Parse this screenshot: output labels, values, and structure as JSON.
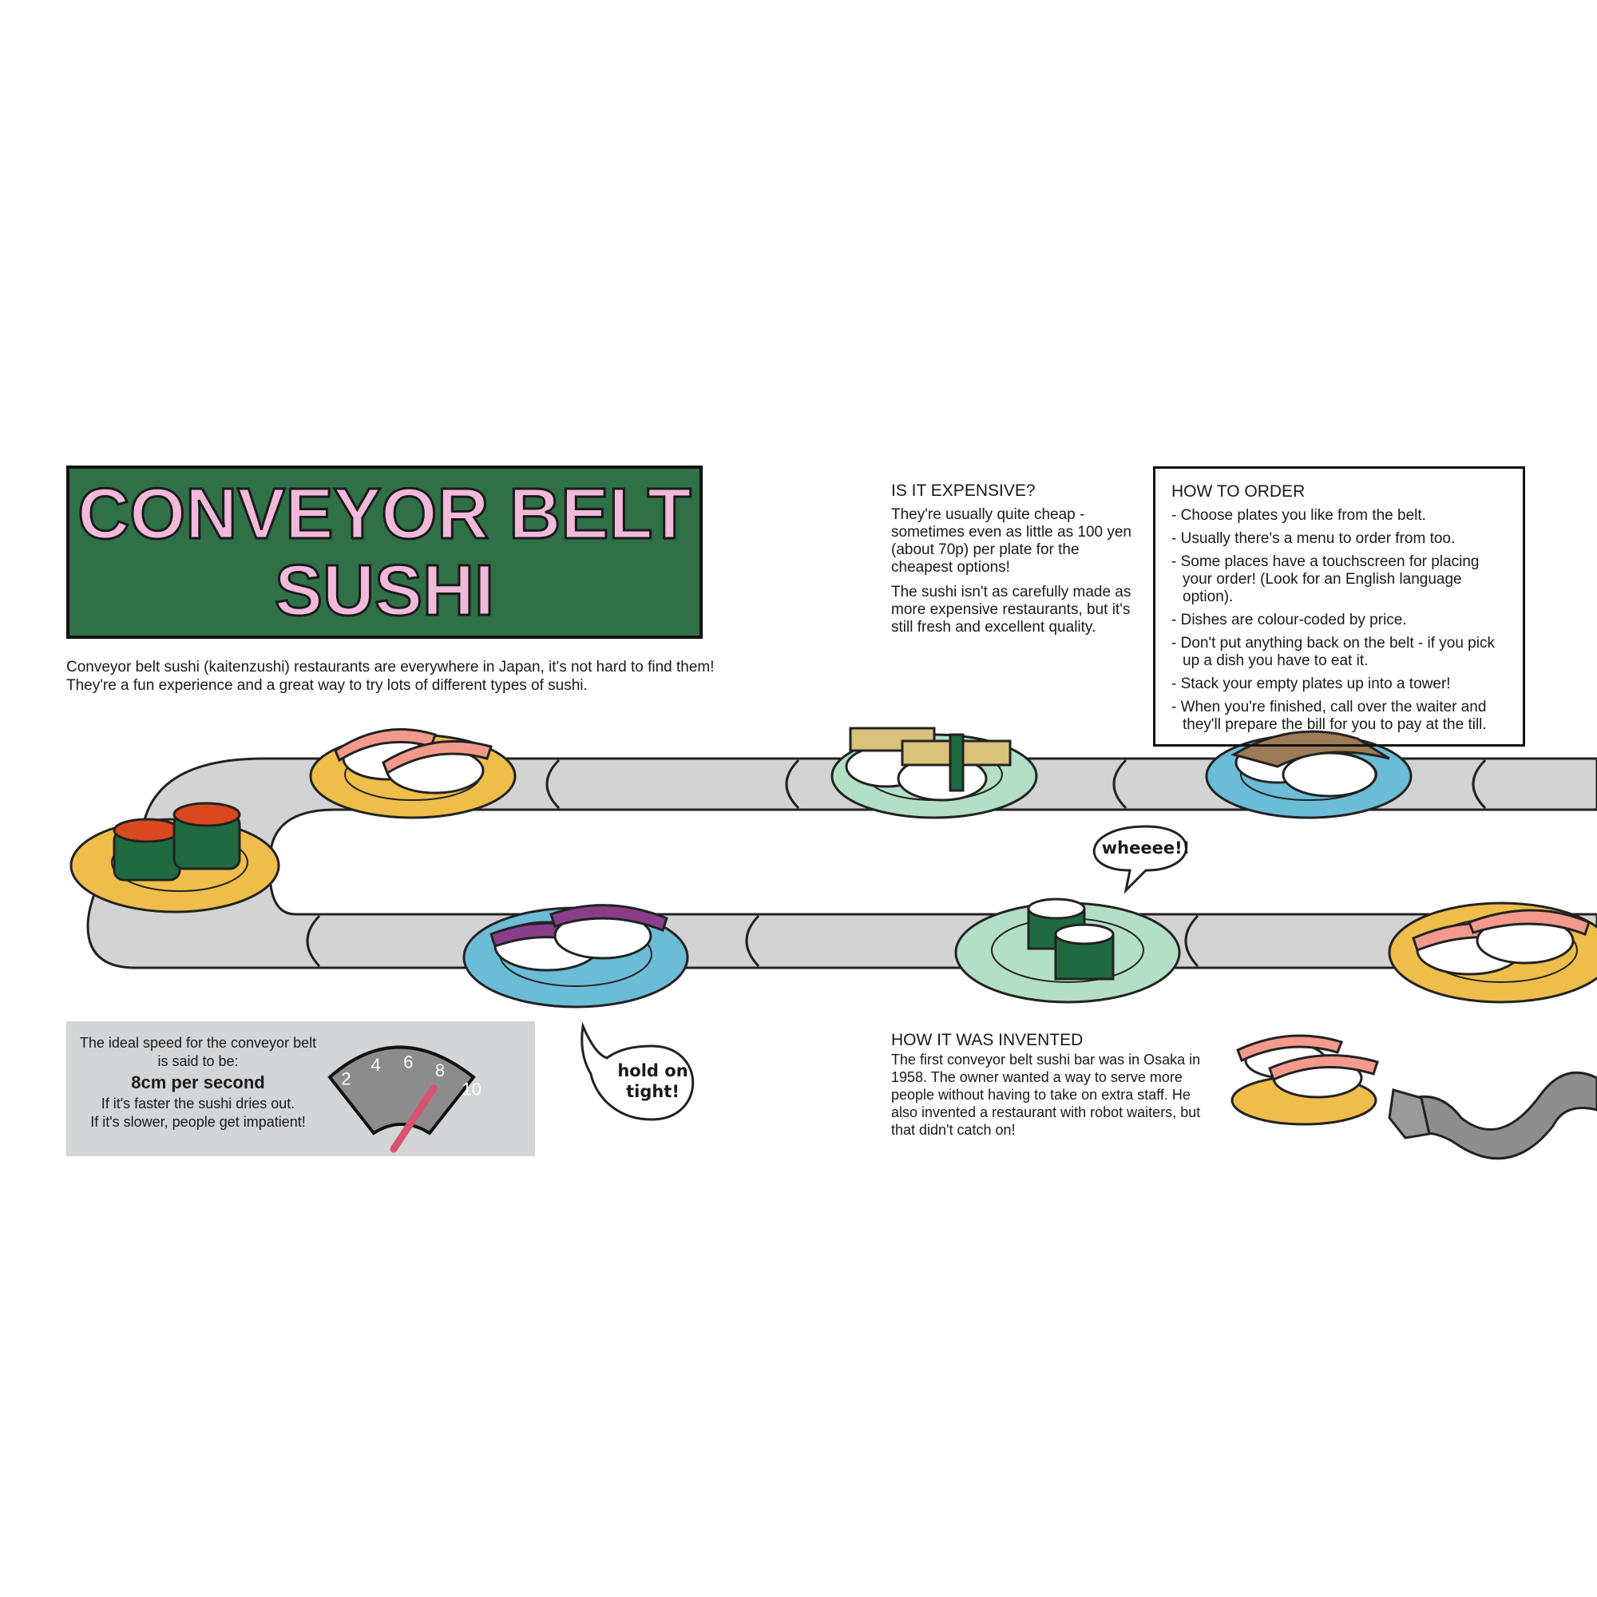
{
  "title": {
    "line1": "CONVEYOR BELT",
    "line2": "SUSHI"
  },
  "intro": {
    "line1": "Conveyor belt sushi (kaitenzushi) restaurants are everywhere in Japan, it's not hard to find them!",
    "line2": "They're a fun experience and a great way to try lots of different types of sushi."
  },
  "expensive": {
    "heading": "IS IT EXPENSIVE?",
    "p1": "They're usually quite cheap - sometimes even as little as 100 yen (about 70p) per plate for the cheapest options!",
    "p2": "The sushi isn't as carefully made as more expensive restaurants, but it's still fresh and excellent quality."
  },
  "how_to_order": {
    "heading": "HOW TO ORDER",
    "items": [
      "- Choose plates you like from the belt.",
      "- Usually there's a menu to order from too.",
      "- Some places have a touchscreen for placing your order! (Look for an English language option).",
      "- Dishes are colour-coded by price.",
      "- Don't put anything back on the belt - if you pick up a dish you have to eat it.",
      "- Stack your empty plates up into a tower!",
      "- When you're finished, call over the waiter and they'll prepare the bill for you to pay at the till."
    ]
  },
  "speed": {
    "line1": "The ideal speed for the conveyor belt",
    "line2": "is said to be:",
    "value": "8cm per second",
    "line3": "If it's faster the sushi dries out.",
    "line4": "If it's slower, people get impatient!",
    "gauge_ticks": [
      "2",
      "4",
      "6",
      "8",
      "10"
    ],
    "gauge_value": 8
  },
  "invented": {
    "heading": "HOW IT WAS INVENTED",
    "text": "The first conveyor belt sushi bar was in Osaka in 1958. The owner wanted a way to serve more people without having to take on extra staff. He also invented a restaurant with robot waiters, but that didn't catch on!"
  },
  "bubbles": {
    "wheee": "wheeee!!",
    "hold1": "hold on",
    "hold2": "tight!"
  },
  "colors": {
    "title_bg": "#2f7047",
    "title_text": "#f2b9db",
    "plate_yellow": "#eebd4a",
    "plate_blue": "#6bbcd6",
    "plate_green": "#b3dfc6",
    "belt": "#d3d3d3",
    "speed_box": "#d4d5d7"
  }
}
